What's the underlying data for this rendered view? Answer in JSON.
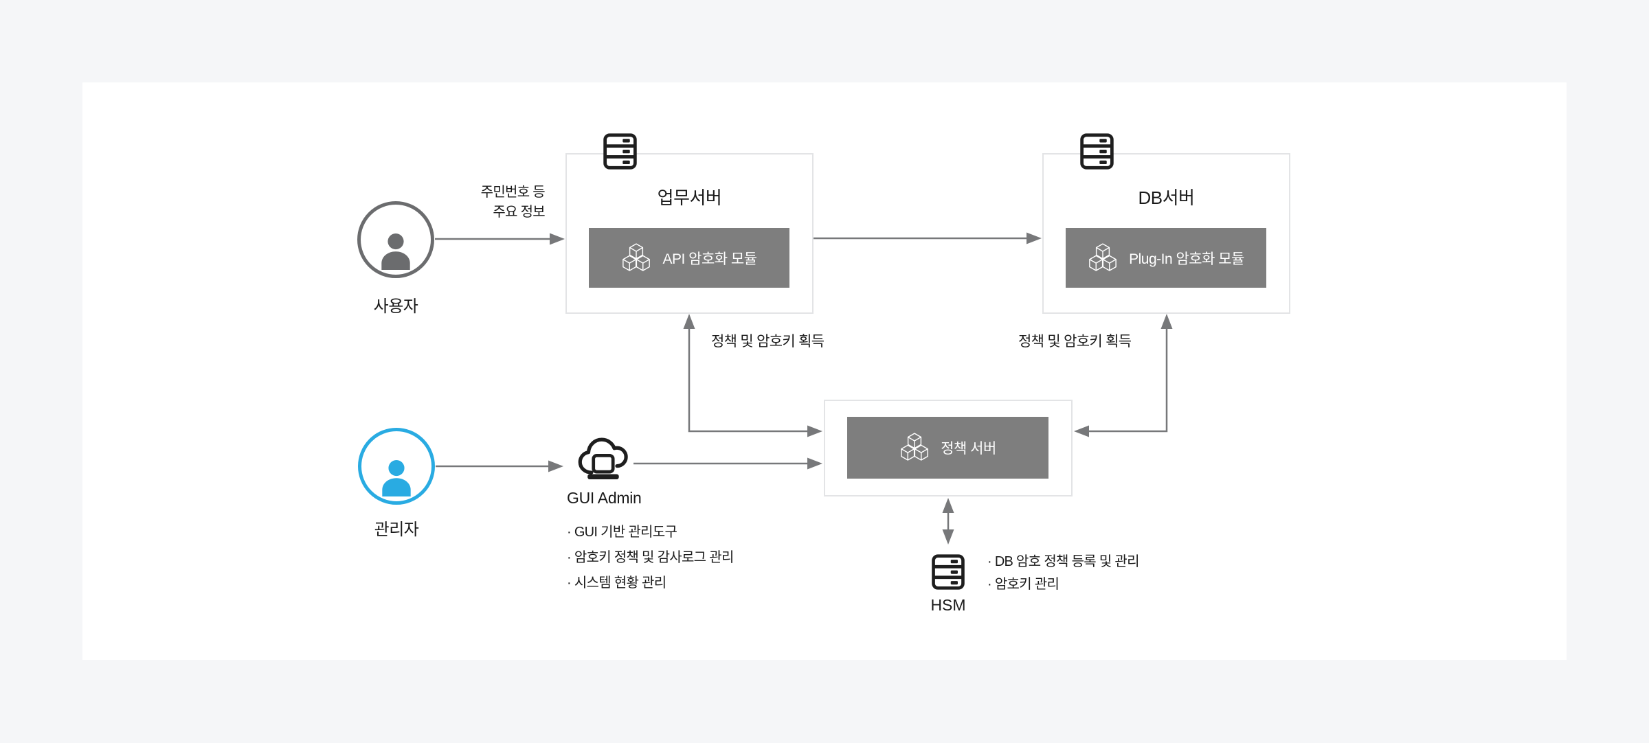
{
  "diagram": {
    "colors": {
      "background": "#F5F6F8",
      "panel": "#FFFFFF",
      "accent_blue": "#29ABE2",
      "module_gray": "#7E7E7E",
      "line_gray": "#77787A",
      "box_border": "#E3E4E6",
      "text": "#1A1A1A"
    },
    "nodes": {
      "user": {
        "label": "사용자"
      },
      "admin": {
        "label": "관리자"
      },
      "business_server": {
        "title": "업무서버",
        "module_label": "API 암호화 모듈"
      },
      "db_server": {
        "title": "DB서버",
        "module_label": "Plug-In 암호화 모듈"
      },
      "policy_server": {
        "module_label": "정책 서버"
      },
      "gui_admin": {
        "label": "GUI Admin",
        "bullets": [
          "· GUI 기반 관리도구",
          "· 암호키 정책 및 감사로그 관리",
          "· 시스템 현황 관리"
        ]
      },
      "hsm": {
        "label": "HSM",
        "bullets": [
          "· DB 암호 정책 등록 및 관리",
          "· 암호키 관리"
        ]
      }
    },
    "edge_labels": {
      "user_to_business": [
        "주민번호 등",
        "주요 정보"
      ],
      "business_policy": "정책 및 암호키 획득",
      "db_policy": "정책 및 암호키 획득"
    }
  }
}
